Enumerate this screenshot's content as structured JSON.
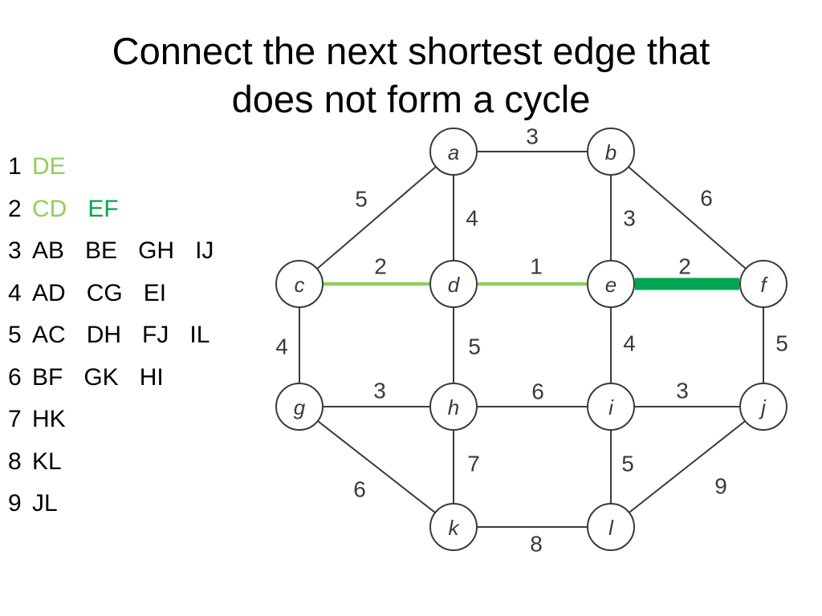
{
  "title": {
    "line1": "Connect the next shortest edge that",
    "line2": "does not form a cycle"
  },
  "colors": {
    "selected_light": "#8ed05a",
    "selected_dark": "#00a651",
    "edge": "#3a3a3a",
    "node_stroke": "#3a3a3a"
  },
  "edge_list": [
    {
      "weight": "1",
      "edges": [
        {
          "label": "DE",
          "state": "light"
        }
      ]
    },
    {
      "weight": "2",
      "edges": [
        {
          "label": "CD",
          "state": "light"
        },
        {
          "label": "EF",
          "state": "dark"
        }
      ]
    },
    {
      "weight": "3",
      "edges": [
        {
          "label": "AB",
          "state": "none"
        },
        {
          "label": "BE",
          "state": "none"
        },
        {
          "label": "GH",
          "state": "none"
        },
        {
          "label": "IJ",
          "state": "none"
        }
      ]
    },
    {
      "weight": "4",
      "edges": [
        {
          "label": "AD",
          "state": "none"
        },
        {
          "label": "CG",
          "state": "none"
        },
        {
          "label": "EI",
          "state": "none"
        }
      ]
    },
    {
      "weight": "5",
      "edges": [
        {
          "label": "AC",
          "state": "none"
        },
        {
          "label": "DH",
          "state": "none"
        },
        {
          "label": "FJ",
          "state": "none"
        },
        {
          "label": "IL",
          "state": "none"
        }
      ]
    },
    {
      "weight": "6",
      "edges": [
        {
          "label": "BF",
          "state": "none"
        },
        {
          "label": "GK",
          "state": "none"
        },
        {
          "label": "HI",
          "state": "none"
        }
      ]
    },
    {
      "weight": "7",
      "edges": [
        {
          "label": "HK",
          "state": "none"
        }
      ]
    },
    {
      "weight": "8",
      "edges": [
        {
          "label": "KL",
          "state": "none"
        }
      ]
    },
    {
      "weight": "9",
      "edges": [
        {
          "label": "JL",
          "state": "none"
        }
      ]
    }
  ],
  "graph": {
    "nodes": [
      "a",
      "b",
      "c",
      "d",
      "e",
      "f",
      "g",
      "h",
      "i",
      "j",
      "k",
      "l"
    ],
    "edges": [
      {
        "from": "a",
        "to": "b",
        "weight": "3",
        "state": "none"
      },
      {
        "from": "a",
        "to": "c",
        "weight": "5",
        "state": "none"
      },
      {
        "from": "a",
        "to": "d",
        "weight": "4",
        "state": "none"
      },
      {
        "from": "b",
        "to": "e",
        "weight": "3",
        "state": "none"
      },
      {
        "from": "b",
        "to": "f",
        "weight": "6",
        "state": "none"
      },
      {
        "from": "c",
        "to": "d",
        "weight": "2",
        "state": "light"
      },
      {
        "from": "d",
        "to": "e",
        "weight": "1",
        "state": "light"
      },
      {
        "from": "e",
        "to": "f",
        "weight": "2",
        "state": "dark"
      },
      {
        "from": "c",
        "to": "g",
        "weight": "4",
        "state": "none"
      },
      {
        "from": "d",
        "to": "h",
        "weight": "5",
        "state": "none"
      },
      {
        "from": "e",
        "to": "i",
        "weight": "4",
        "state": "none"
      },
      {
        "from": "f",
        "to": "j",
        "weight": "5",
        "state": "none"
      },
      {
        "from": "g",
        "to": "h",
        "weight": "3",
        "state": "none"
      },
      {
        "from": "h",
        "to": "i",
        "weight": "6",
        "state": "none"
      },
      {
        "from": "i",
        "to": "j",
        "weight": "3",
        "state": "none"
      },
      {
        "from": "g",
        "to": "k",
        "weight": "6",
        "state": "none"
      },
      {
        "from": "h",
        "to": "k",
        "weight": "7",
        "state": "none"
      },
      {
        "from": "i",
        "to": "l",
        "weight": "5",
        "state": "none"
      },
      {
        "from": "j",
        "to": "l",
        "weight": "9",
        "state": "none"
      },
      {
        "from": "k",
        "to": "l",
        "weight": "8",
        "state": "none"
      }
    ]
  }
}
